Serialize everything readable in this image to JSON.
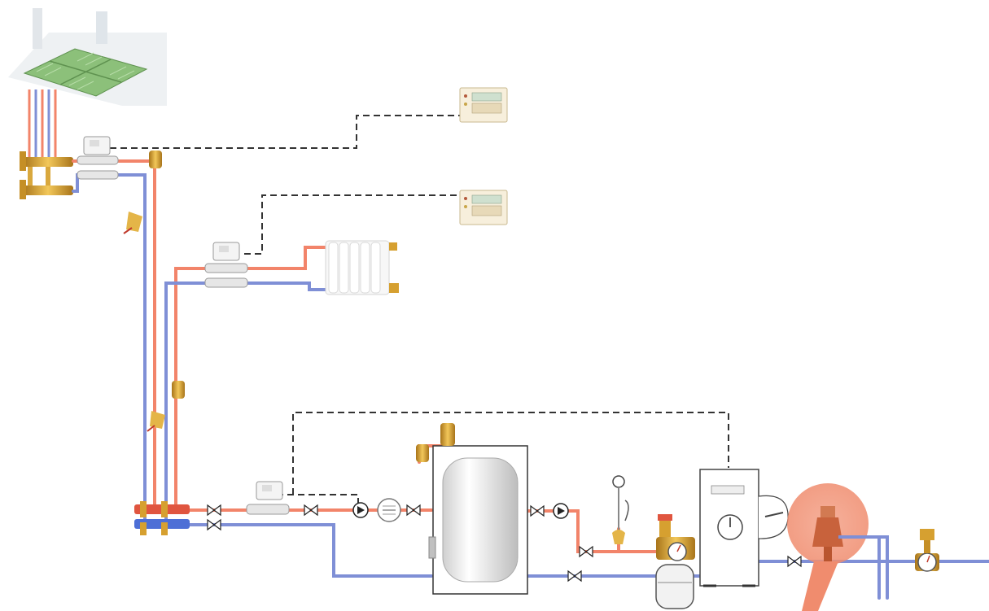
{
  "diagram": {
    "type": "heating-system-schematic",
    "colors": {
      "supply": "#f2846a",
      "return": "#7f8fd6",
      "brass": "#d6a030",
      "control_wire": "#333333",
      "highlight": "#f08c6e",
      "floor_panel": "#8cc07a",
      "controller_body": "#f7efdc",
      "controller_screen": "#cfe0cf"
    },
    "components": [
      "underfloor-heating-panel",
      "floor-manifold",
      "zone-valve-floor",
      "zone-valve-radiator",
      "zone-valve-boiler",
      "room-controller-1",
      "room-controller-2",
      "radiator",
      "distribution-manifold",
      "circulation-pump",
      "heat-meter",
      "hot-water-cylinder",
      "cylinder-pump",
      "thermometer",
      "safety-group",
      "expansion-vessel",
      "boiler",
      "pressure-reducing-valve",
      "highlighted-valve"
    ]
  }
}
